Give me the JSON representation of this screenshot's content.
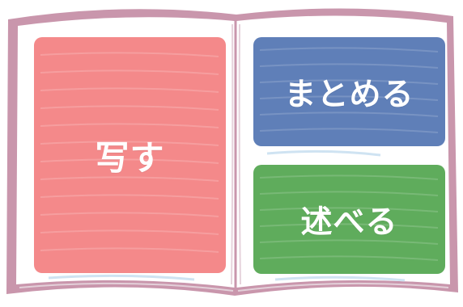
{
  "book": {
    "cover_color": "#c996ac",
    "page_color": "#ffffff"
  },
  "cards": {
    "copy": {
      "label": "写す",
      "color": "#f4898a"
    },
    "summarize": {
      "label": "まとめる",
      "color": "#5f7fb8"
    },
    "state": {
      "label": "述べる",
      "color": "#5fac5c"
    }
  }
}
